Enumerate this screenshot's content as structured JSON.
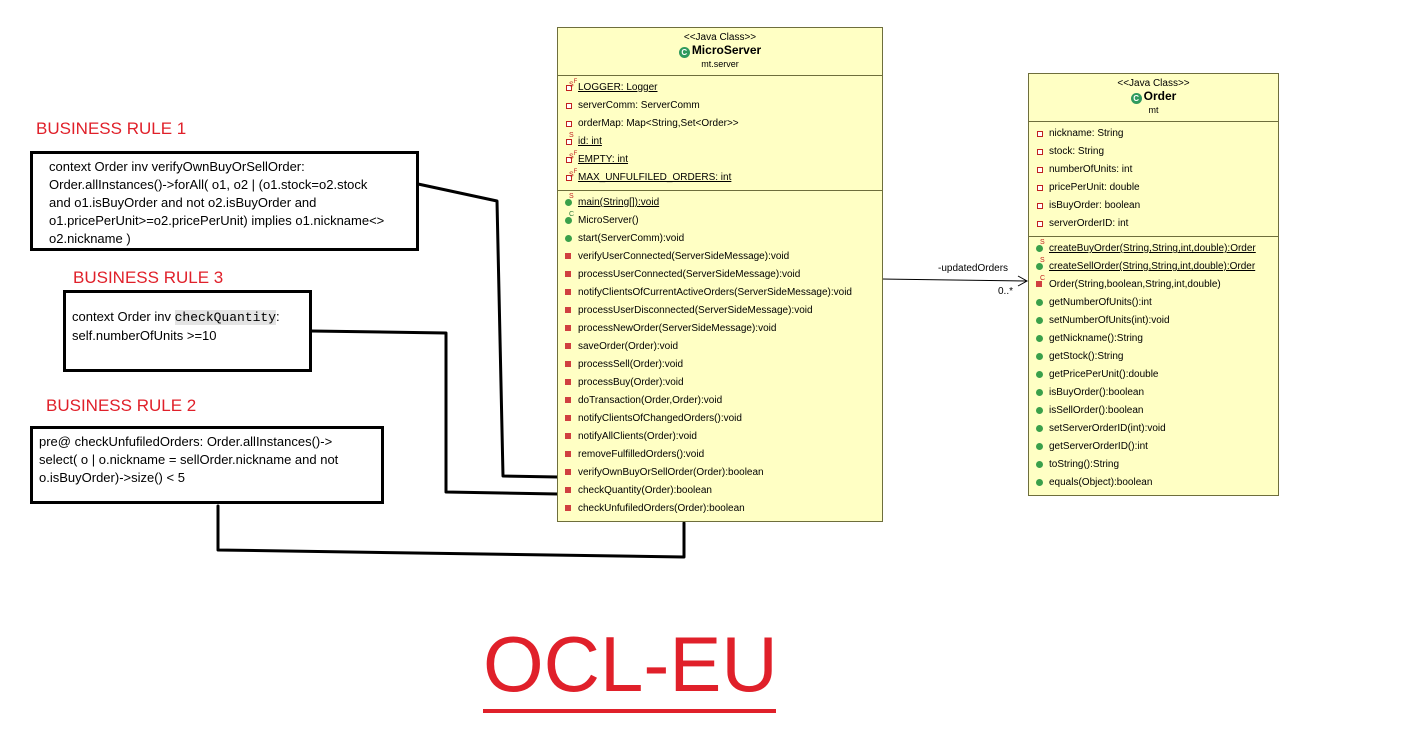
{
  "rules": [
    {
      "title": "BUSINESS RULE 1",
      "lines": [
        "context Order inv verifyOwnBuyOrSellOrder:",
        "Order.allInstances()->forAll( o1, o2 | (o1.stock=o2.stock",
        "and o1.isBuyOrder and not o2.isBuyOrder and",
        "o1.pricePerUnit>=o2.pricePerUnit) implies o1.nickname<>",
        "o2.nickname )"
      ]
    },
    {
      "title": "BUSINESS RULE 3",
      "line1_pre": "context Order inv ",
      "line1_code": "checkQuantity",
      "line1_post": ":",
      "line2": "self.numberOfUnits >=10"
    },
    {
      "title": "BUSINESS RULE 2",
      "lines": [
        "pre@ checkUnfufiledOrders: Order.allInstances()->",
        "select( o | o.nickname = sellOrder.nickname and not",
        "o.isBuyOrder)->size() < 5"
      ]
    }
  ],
  "microserver": {
    "stereotype": "<<Java Class>>",
    "name": "MicroServer",
    "package": "mt.server",
    "attributes": [
      {
        "text": "LOGGER: Logger",
        "icon": "static-final-field-icon"
      },
      {
        "text": "serverComm: ServerComm",
        "icon": "private-field-icon"
      },
      {
        "text": "orderMap: Map<String,Set<Order>>",
        "icon": "private-field-icon"
      },
      {
        "text": "id: int",
        "icon": "static-private-field-icon"
      },
      {
        "text": "EMPTY: int",
        "icon": "static-final-field-icon"
      },
      {
        "text": "MAX_UNFULFILED_ORDERS: int",
        "icon": "static-final-field-icon"
      }
    ],
    "methods": [
      {
        "text": "main(String[]):void",
        "icon": "public-static-method-icon"
      },
      {
        "text": "MicroServer()",
        "icon": "constructor-icon"
      },
      {
        "text": "start(ServerComm):void",
        "icon": "public-method-icon"
      },
      {
        "text": "verifyUserConnected(ServerSideMessage):void",
        "icon": "private-method-icon"
      },
      {
        "text": "processUserConnected(ServerSideMessage):void",
        "icon": "private-method-icon"
      },
      {
        "text": "notifyClientsOfCurrentActiveOrders(ServerSideMessage):void",
        "icon": "private-method-icon"
      },
      {
        "text": "processUserDisconnected(ServerSideMessage):void",
        "icon": "private-method-icon"
      },
      {
        "text": "processNewOrder(ServerSideMessage):void",
        "icon": "private-method-icon"
      },
      {
        "text": "saveOrder(Order):void",
        "icon": "private-method-icon"
      },
      {
        "text": "processSell(Order):void",
        "icon": "private-method-icon"
      },
      {
        "text": "processBuy(Order):void",
        "icon": "private-method-icon"
      },
      {
        "text": "doTransaction(Order,Order):void",
        "icon": "private-method-icon"
      },
      {
        "text": "notifyClientsOfChangedOrders():void",
        "icon": "private-method-icon"
      },
      {
        "text": "notifyAllClients(Order):void",
        "icon": "private-method-icon"
      },
      {
        "text": "removeFulfilledOrders():void",
        "icon": "private-method-icon"
      },
      {
        "text": "verifyOwnBuyOrSellOrder(Order):boolean",
        "icon": "private-method-icon"
      },
      {
        "text": "checkQuantity(Order):boolean",
        "icon": "private-method-icon"
      },
      {
        "text": "checkUnfufiledOrders(Order):boolean",
        "icon": "private-method-icon"
      }
    ]
  },
  "order": {
    "stereotype": "<<Java Class>>",
    "name": "Order",
    "package": "mt",
    "attributes": [
      {
        "text": "nickname: String",
        "icon": "private-field-icon"
      },
      {
        "text": "stock: String",
        "icon": "private-field-icon"
      },
      {
        "text": "numberOfUnits: int",
        "icon": "private-field-icon"
      },
      {
        "text": "pricePerUnit: double",
        "icon": "private-field-icon"
      },
      {
        "text": "isBuyOrder: boolean",
        "icon": "private-field-icon"
      },
      {
        "text": "serverOrderID: int",
        "icon": "private-field-icon"
      }
    ],
    "methods": [
      {
        "text": "createBuyOrder(String,String,int,double):Order",
        "icon": "public-static-method-icon"
      },
      {
        "text": "createSellOrder(String,String,int,double):Order",
        "icon": "public-static-method-icon"
      },
      {
        "text": "Order(String,boolean,String,int,double)",
        "icon": "private-constructor-icon"
      },
      {
        "text": "getNumberOfUnits():int",
        "icon": "public-method-icon"
      },
      {
        "text": "setNumberOfUnits(int):void",
        "icon": "public-method-icon"
      },
      {
        "text": "getNickname():String",
        "icon": "public-method-icon"
      },
      {
        "text": "getStock():String",
        "icon": "public-method-icon"
      },
      {
        "text": "getPricePerUnit():double",
        "icon": "public-method-icon"
      },
      {
        "text": "isBuyOrder():boolean",
        "icon": "public-method-icon"
      },
      {
        "text": "isSellOrder():boolean",
        "icon": "public-method-icon"
      },
      {
        "text": "setServerOrderID(int):void",
        "icon": "public-method-icon"
      },
      {
        "text": "getServerOrderID():int",
        "icon": "public-method-icon"
      },
      {
        "text": "toString():String",
        "icon": "public-method-icon"
      },
      {
        "text": "equals(Object):boolean",
        "icon": "public-method-icon"
      }
    ]
  },
  "association": {
    "role": "-updatedOrders",
    "multiplicity": "0..*"
  },
  "footer_title": "OCL-EU",
  "colors": {
    "rule_title": "#e0202a",
    "class_fill": "#ffffc4",
    "class_border": "#6e6e3c"
  }
}
